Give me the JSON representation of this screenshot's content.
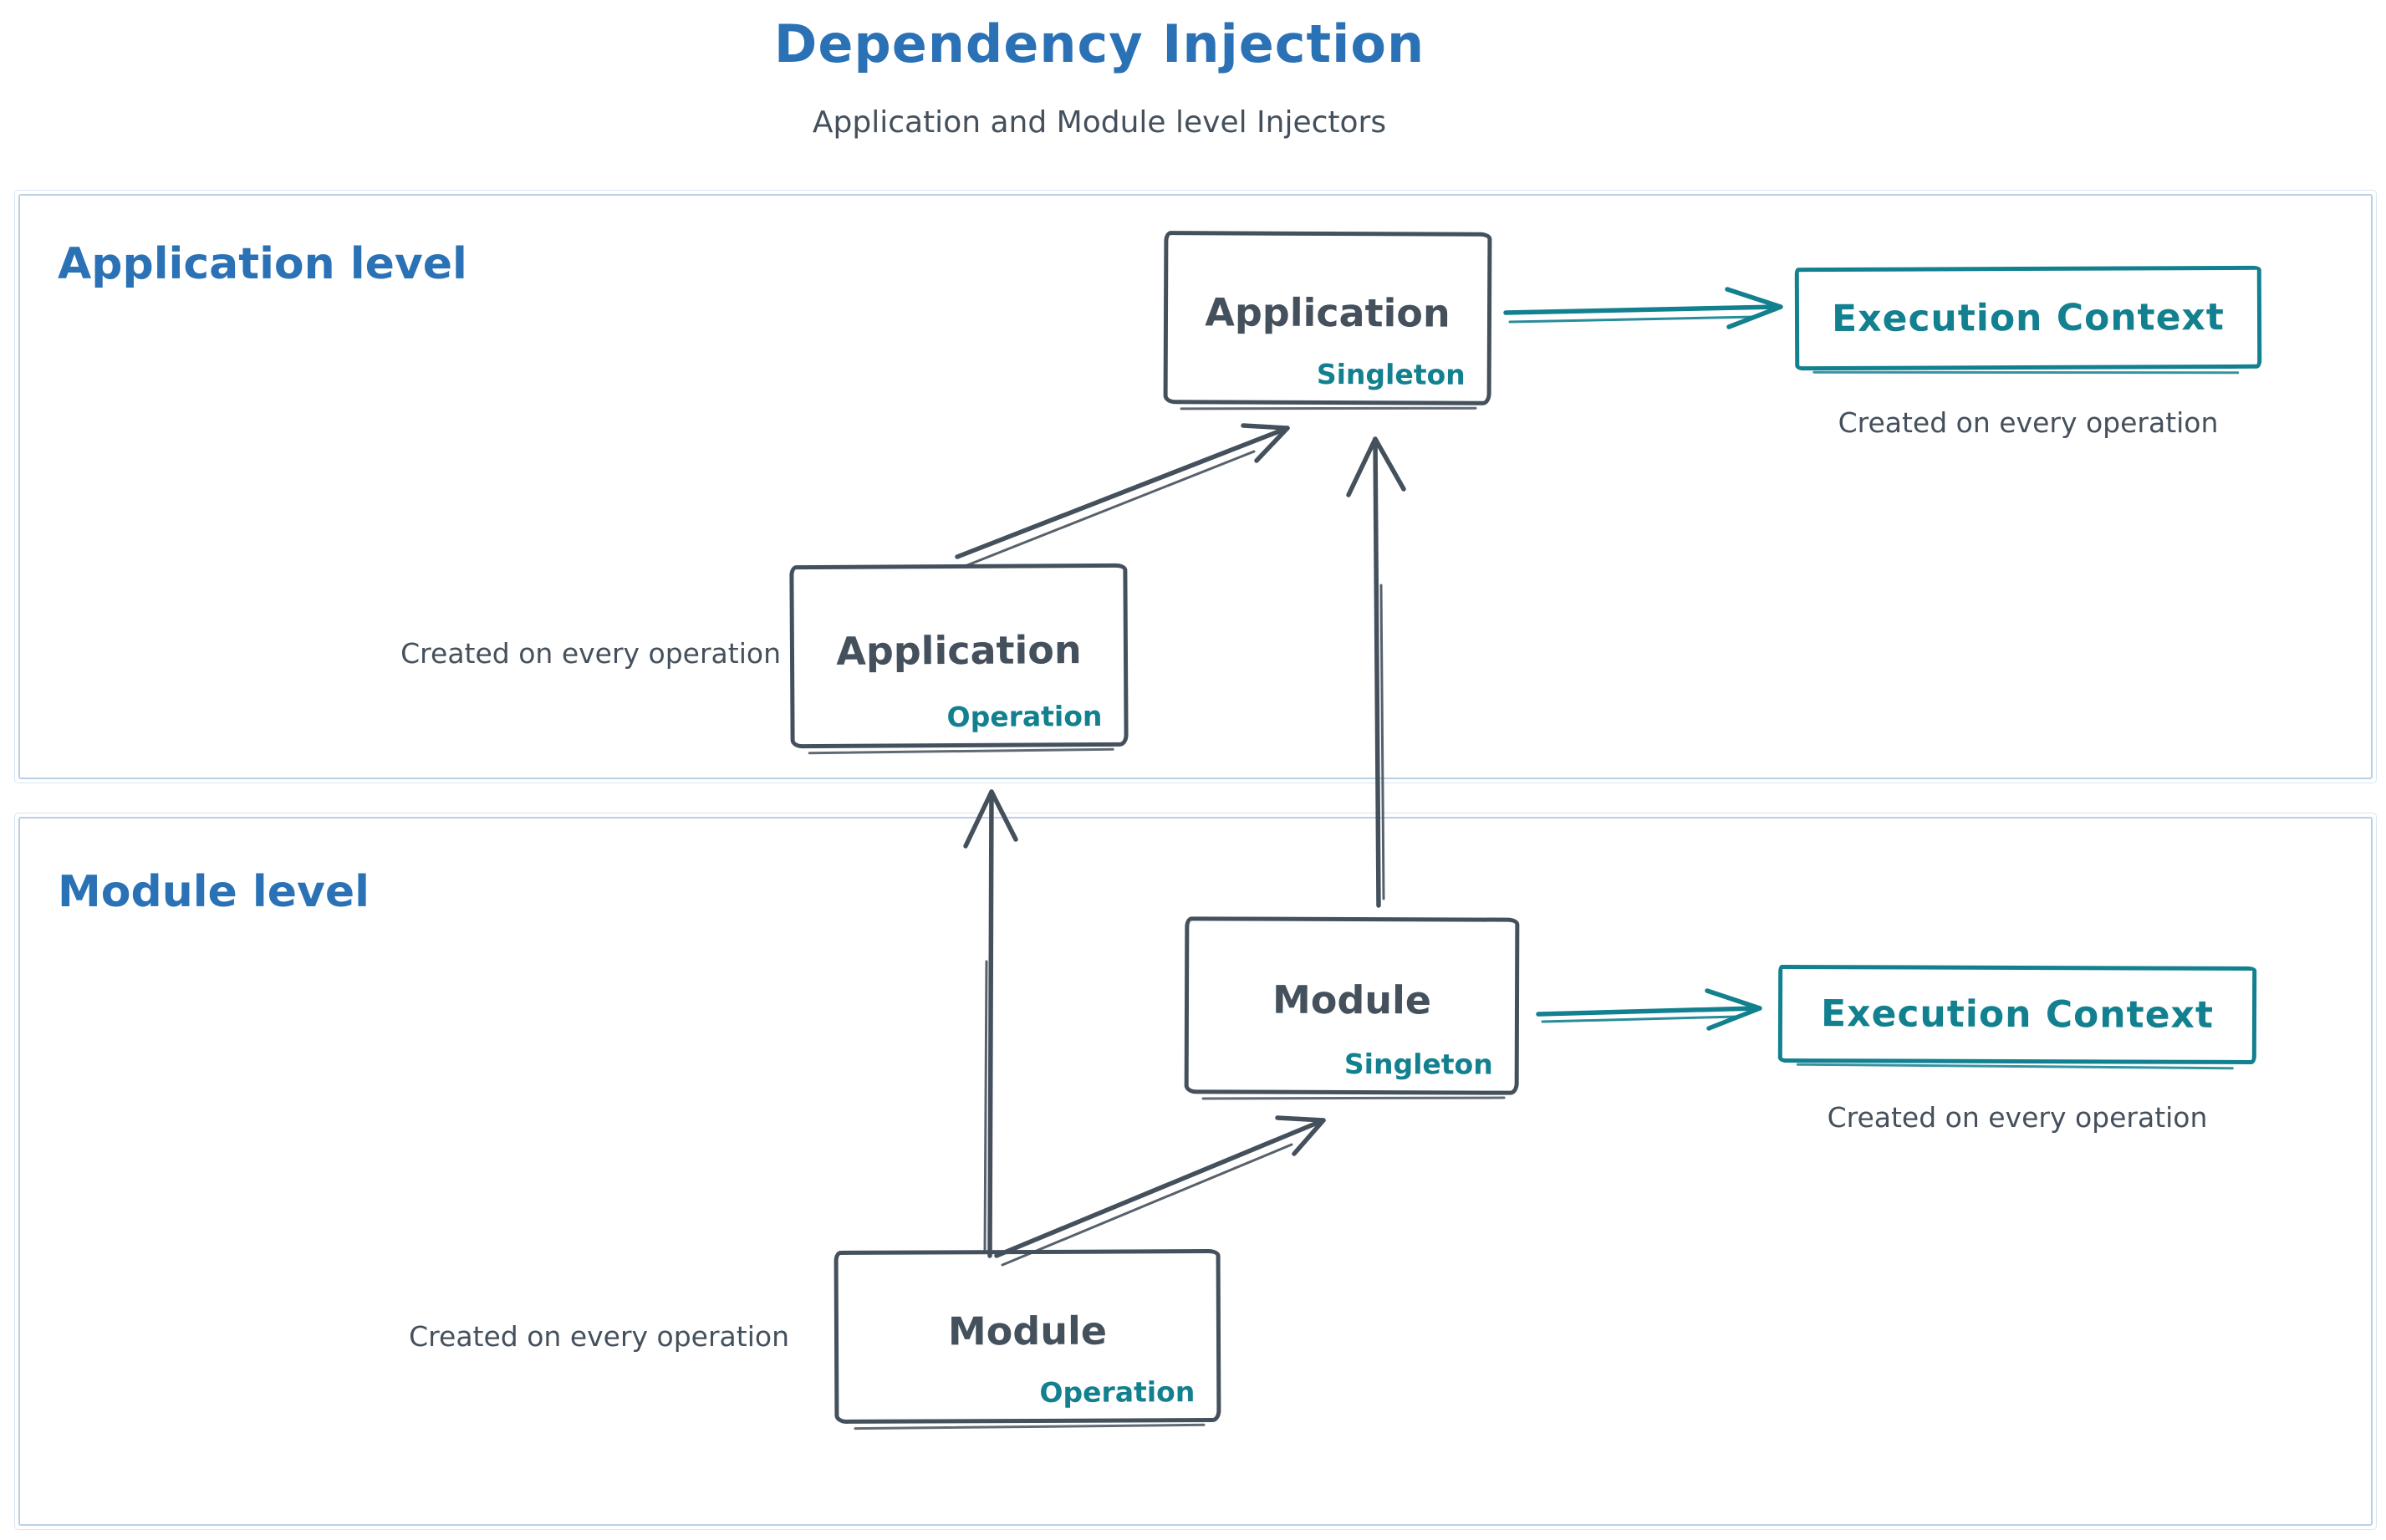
{
  "title": "Dependency Injection",
  "subtitle": "Application and Module level Injectors",
  "colors": {
    "blue": "#2a72b5",
    "dark": "#44505c",
    "teal": "#12808f",
    "section_border": "#b9cfe9",
    "background": "#ffffff"
  },
  "sections": [
    {
      "id": "application-level",
      "label": "Application level",
      "singleton_box": {
        "name": "Application",
        "scope": "Singleton"
      },
      "operation_box": {
        "name": "Application",
        "scope": "Operation"
      },
      "operation_note": "Created on every operation",
      "execution_context": {
        "label": "Execution Context",
        "note": "Created on every operation"
      }
    },
    {
      "id": "module-level",
      "label": "Module level",
      "singleton_box": {
        "name": "Module",
        "scope": "Singleton"
      },
      "operation_box": {
        "name": "Module",
        "scope": "Operation"
      },
      "operation_note": "Created on every operation",
      "execution_context": {
        "label": "Execution Context",
        "note": "Created on every operation"
      }
    }
  ],
  "arrows": [
    {
      "from": "application-operation-box",
      "to": "application-singleton-box",
      "color": "#44505c"
    },
    {
      "from": "application-singleton-box",
      "to": "application-execution-context-box",
      "color": "#12808f"
    },
    {
      "from": "module-singleton-box",
      "to": "application-singleton-box",
      "color": "#44505c"
    },
    {
      "from": "module-operation-box",
      "to": "application-operation-box",
      "color": "#44505c"
    },
    {
      "from": "module-operation-box",
      "to": "module-singleton-box",
      "color": "#44505c"
    },
    {
      "from": "module-singleton-box",
      "to": "module-execution-context-box",
      "color": "#12808f"
    }
  ]
}
